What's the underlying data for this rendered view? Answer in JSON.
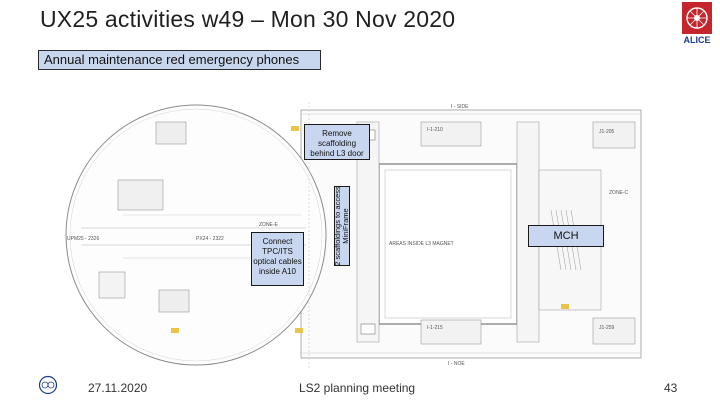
{
  "slide": {
    "title": "UX25 activities w49 – Mon 30 Nov 2020",
    "banner": "Annual maintenance red emergency phones",
    "logo_text": "ALICE"
  },
  "map": {
    "side_top": "I - SIDE",
    "side_bottom": "I - NOE",
    "magnet_label": "AREAS INSIDE L3 MAGNET",
    "zone_left": "ZONE-E",
    "zone_right": "ZONE-C",
    "left_labels": [
      "UPM25 - 2326",
      "PX24 - 2322"
    ],
    "room_labels": [
      "I-1-210",
      "J1-205",
      "I-1-215",
      "J1-259"
    ]
  },
  "callouts": {
    "remove": "Remove scaffolding behind L3 door",
    "connect": "Connect TPC/ITS optical cables inside A10",
    "scaffoldings": "2 scaffoldings to access MiniFrame",
    "mch": "MCH"
  },
  "footer": {
    "date": "27.11.2020",
    "meeting": "LS2 planning meeting",
    "page": "43"
  },
  "colors": {
    "callout_fill": "#c8d7ef",
    "banner_fill": "#c9d7ee",
    "logo_red": "#c4262e",
    "logo_blue": "#1d3c8c"
  }
}
